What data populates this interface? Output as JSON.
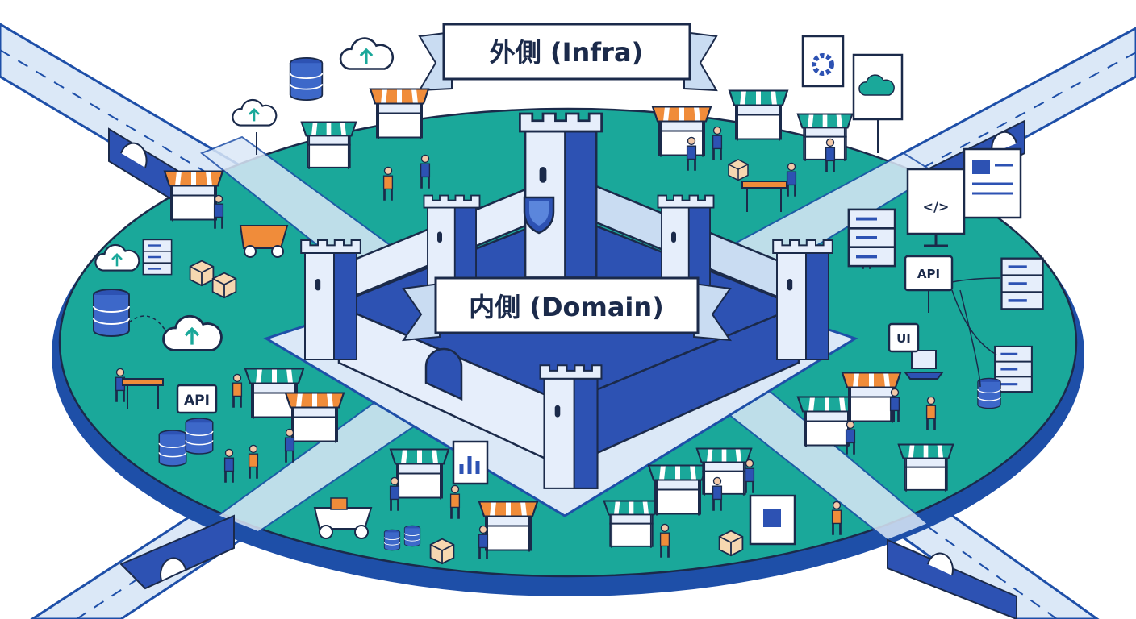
{
  "banners": {
    "outer": "外側 (Infra)",
    "inner": "内側 (Domain)"
  },
  "signs": {
    "api_left": "API",
    "api_right": "API",
    "ui": "UI",
    "code_glyph": "</>"
  },
  "colors": {
    "island": "#1aa89a",
    "island_edge": "#1e4fa8",
    "castle_light": "#e6eefb",
    "castle_dark": "#2d52b3",
    "road": "#dbe8f7",
    "road_edge": "#1e4fa8",
    "banner_fill": "#ffffff",
    "banner_ribbon": "#c9dcf2",
    "outline": "#1b2a4a",
    "awning_orange": "#f08c3a",
    "awning_teal": "#1aa89a"
  },
  "icons": [
    "cloud-upload-icon",
    "cloud-sync-icon",
    "database-icon",
    "server-icon",
    "gear-icon",
    "shield-icon",
    "chart-icon",
    "laptop-icon",
    "box-icon",
    "market-stall-icon",
    "cart-icon",
    "person-icon"
  ]
}
